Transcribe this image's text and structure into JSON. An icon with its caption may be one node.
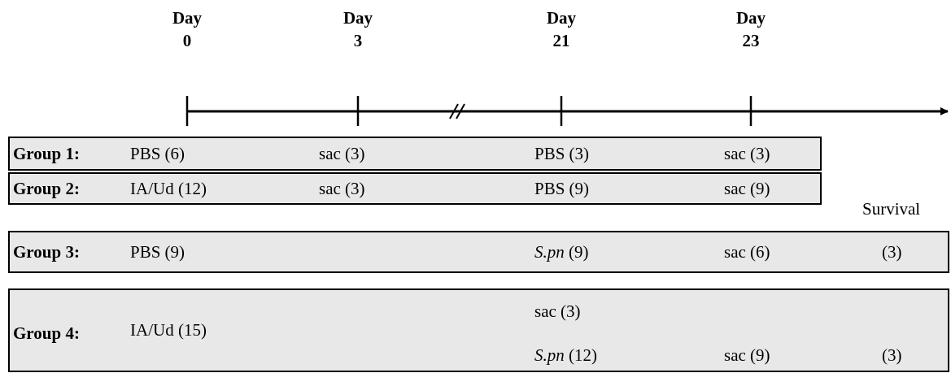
{
  "diagram": {
    "nodes": [
      {
        "text": [
          "Group 1:",
          "PBS (6)",
          "sac (3)",
          "PBS (3)",
          "sac (3)"
        ]
      },
      {
        "text": [
          "Group 2:",
          "IA/Ud (12)",
          "sac (3)",
          "PBS (9)",
          "sac (9)"
        ]
      },
      {
        "text": [
          "Group 3:",
          "PBS (9)",
          "*S.pn* (9)",
          "sac (6)",
          "(3)"
        ]
      },
      {
        "text": [
          "Group 4:",
          "IA/Ud (15)",
          "sac (3)",
          "*S.pn* (12)",
          "sac (9)",
          "(3)"
        ]
      }
    ],
    "edges": [],
    "labels": [
      "Day 0",
      "Day 3",
      "Day 21",
      "Day 23",
      "Survival"
    ]
  }
}
